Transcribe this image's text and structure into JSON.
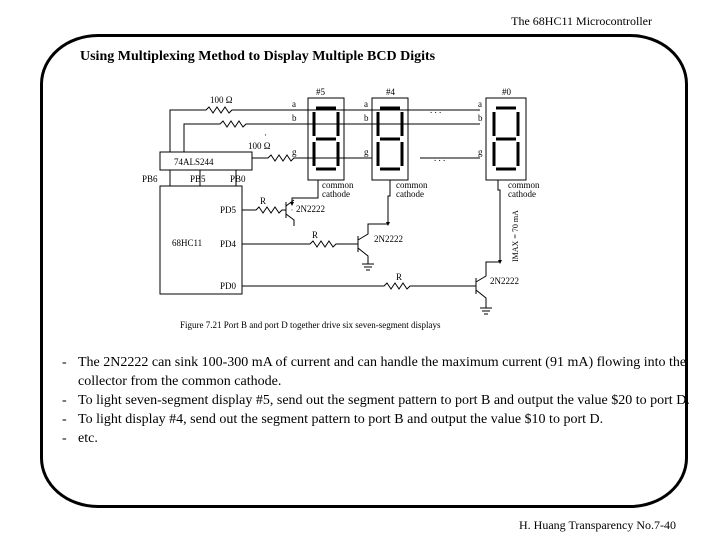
{
  "header": {
    "course": "The 68HC11 Microcontroller"
  },
  "slide": {
    "title": "Using Multiplexing Method to Display Multiple BCD Digits"
  },
  "figure": {
    "caption": "Figure 7.21 Port B and port D together drive six seven-segment displays",
    "buffer_label": "74ALS244",
    "mcu_label": "68HC11",
    "resistor_100_label": "100 Ω",
    "resistor_r_label": "R",
    "transistor_label": "2N2222",
    "common_cathode_line1": "common",
    "common_cathode_line2": "cathode",
    "current_label": "IMAX = 70 mA",
    "display_labels": [
      "#5",
      "#4",
      "#0"
    ],
    "segment_a": "a",
    "segment_b": "b",
    "segment_g": "g",
    "port_b_pins": [
      "PB6",
      "PB5",
      "PB0"
    ],
    "port_d_pins": [
      "PD5",
      "PD4",
      "PD0"
    ],
    "ellipsis_dots": ". . ."
  },
  "bullets": [
    "The 2N2222 can sink 100-300 mA of current and can handle the maximum current (91 mA) flowing into the collector from the common cathode.",
    "To light seven-segment display #5, send out the segment pattern to port B and output the value $20 to port D.",
    "To light display #4, send out the segment pattern to port B and output the value $10 to port D.",
    "etc."
  ],
  "bullet_marker": "-",
  "footer": {
    "credit": "H. Huang Transparency No.7-40"
  }
}
